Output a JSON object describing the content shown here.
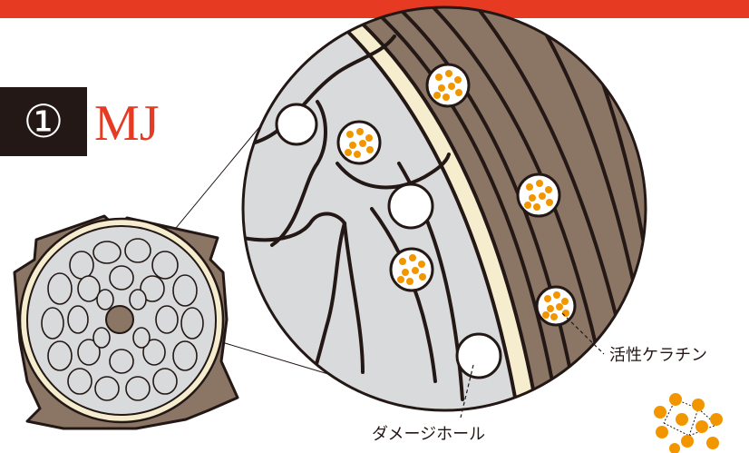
{
  "header": {
    "step_number": "①",
    "product_name": "MJ"
  },
  "labels": {
    "active_keratin": "活性ケラチン",
    "damage_hole": "ダメージホール"
  },
  "colors": {
    "accent_red": "#e63a22",
    "badge_dark": "#231815",
    "cuticle_brown": "#8b7665",
    "cortex_gray": "#d9dadb",
    "keratin_orange": "#f29600",
    "membrane_cream": "#f6edcf"
  },
  "icons": [
    "damage-hole-icon",
    "keratin-particle-icon"
  ]
}
